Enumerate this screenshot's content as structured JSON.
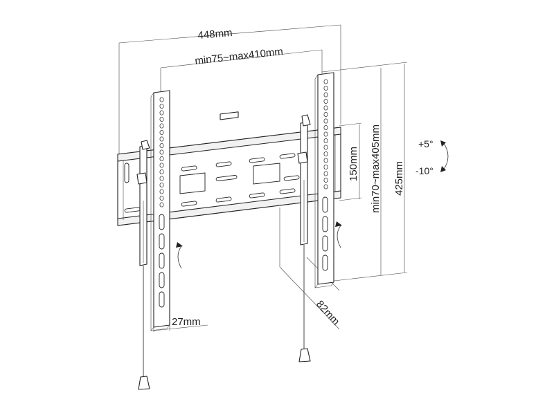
{
  "dimensions": {
    "overall_width": "448mm",
    "vesa_width": "min75~max410mm",
    "plate_height": "150mm",
    "vesa_height": "min70~max405mm",
    "overall_height": "425mm",
    "arm_width": "27mm",
    "depth": "82mm"
  },
  "tilt": {
    "up": "+5°",
    "down": "-10°"
  }
}
